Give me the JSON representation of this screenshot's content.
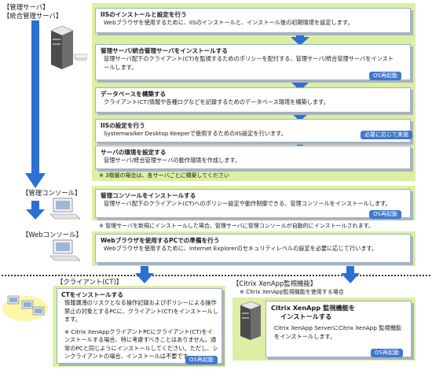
{
  "labels": {
    "mgmt_server": "【管理サーバ】",
    "integrated_server": "【統合管理サーバ】",
    "mgmt_console": "【管理コンソール】",
    "web_console": "【Webコンソール】",
    "client": "【クライアント(CT)】",
    "citrix": "【Citrix XenApp監視機能】",
    "citrix_note": "※ Citrix XenApp監視機能を使用する場合"
  },
  "steps": {
    "iis_install": {
      "title": "IISのインストールと設定を行う",
      "body": "Webブラウザを使用するために、IISのインストールと、インストール後の初期環境を設定します。"
    },
    "server_install": {
      "title": "管理サーバ/統合管理サーバをインストールする",
      "body": "管理サーバ配下のクライアント(CT)を監視するためのポリシーを配付する、管理サーバ/統合管理サーバをインストールします。",
      "badge": "OS再起動"
    },
    "db_build": {
      "title": "データベースを構築する",
      "body": "クライアント(CT)情報や各種ログなどを記録するためのデータベース環境を構築します。"
    },
    "iis_setting": {
      "title": "IISの設定を行う",
      "body": "Systemwalker Desktop Keeperで使用するためのIIS設定を行います。",
      "badge": "必要に応じて実施"
    },
    "server_env": {
      "title": "サーバの環境を設定する",
      "body": "管理サーバ/統合管理サーバの動作環境を作成します。"
    },
    "tier_note": "※ 3階層の場合は、各サーバごとに構築してください",
    "console_install": {
      "title": "管理コンソールをインストールする",
      "body": "管理サーバ配下のクライアント(CT)へのポリシー設定や動作制御できる、管理コンソールをインストールします。",
      "badge": "OS再起動"
    },
    "console_note": "※ 管理サーバを新規にインストールした場合、管理サーバに管理コンソールが自動的にインストールされます。",
    "web_prep": {
      "title": "Webブラウザを使用するPCでの準備を行う",
      "body": "Webブラウザを使用するために、Internet Explorerのセキュリティレベルの設定を必要に応じて行います。"
    },
    "ct_install": {
      "title": "CTをインストールする",
      "body1": "情報漏洩のリスクとなる操作記録およびポリシーによる操作禁止の対象とするPCに、クライアント(CT)をインストールします。",
      "body2": "※ Citrix XenAppクライアントPCにクライアント(CT)をインストールする場合、特に考慮すべきことはありません。通常のPCと同じようにインストールしてください。ただし、シンクライアントの場合、インストールは不要です。",
      "badge": "OS再起動"
    },
    "citrix_install": {
      "title1": "Citrix XenApp 監視機能を",
      "title2": "インストールする",
      "body": "Citrix XenApp ServerにCitrix XenApp 監視機能をインストールします。",
      "badge": "OS再起動"
    }
  }
}
